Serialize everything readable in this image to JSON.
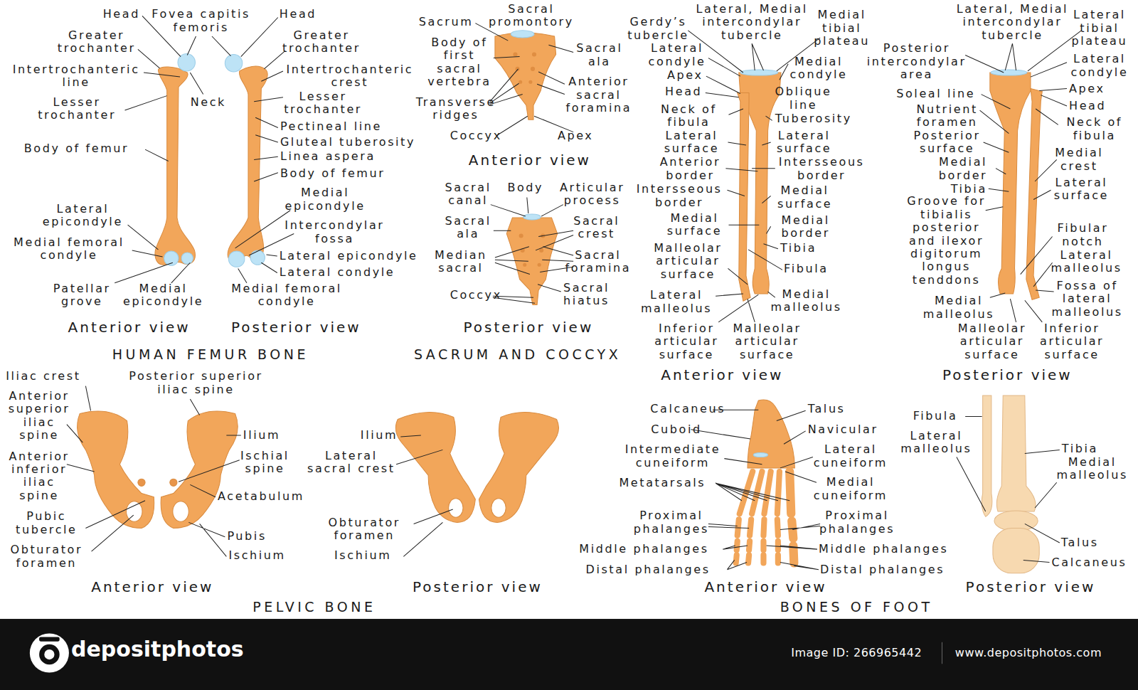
{
  "diagram": {
    "labels": [
      "Head",
      "Fovea capitis femoris",
      "Head",
      "Greater trochanter",
      "Intertrochanteric line",
      "Lesser trochanter",
      "Neck",
      "Body of femur",
      "Lateral epicondyle",
      "Medial femoral condyle",
      "Patellar grove",
      "Medial epicondyle",
      "Greater trochanter",
      "Intertrochanteric crest",
      "Lesser trochanter",
      "Pectineal line",
      "Gluteal tuberosity",
      "Linea aspera",
      "Body of femur",
      "Medial epicondyle",
      "Intercondylar fossa",
      "Lateral epicondyle",
      "Lateral condyle",
      "Medial femoral condyle",
      "Anterior view",
      "Posterior view",
      "HUMAN FEMUR BONE",
      "Sacral promontory",
      "Sacrum",
      "Body of first sacral vertebra",
      "Sacral ala",
      "Transverse ridges",
      "Anterior sacral foramina",
      "Coccyx",
      "Apex",
      "Anterior view",
      "Sacral canal",
      "Body",
      "Articular process",
      "Sacral ala",
      "Sacral crest",
      "Median sacral",
      "Sacral foramina",
      "Coccyx",
      "Sacral hiatus",
      "Posterior view",
      "SACRUM AND COCCYX",
      "Gerdy’s tubercle",
      "Lateral, Medial intercondylar tubercle",
      "Medial tibial plateau",
      "Lateral condyle",
      "Medial condyle",
      "Apex",
      "Head",
      "Oblique line",
      "Neck of fibula",
      "Tuberosity",
      "Lateral surface",
      "Lateral surface",
      "Anterior border",
      "Intersseous border",
      "Intersseous border",
      "Medial surface",
      "Medial surface",
      "Medial border",
      "Malleolar articular surface",
      "Tibia",
      "Fibula",
      "Lateral malleolus",
      "Medial malleolus",
      "Inferior articular surface",
      "Malleolar articular surface",
      "Anterior view",
      "Lateral, Medial intercondylar tubercle",
      "Lateral tibial plateau",
      "Posterior intercondylar area",
      "Lateral condyle",
      "Apex",
      "Soleal line",
      "Head",
      "Nutrient foramen",
      "Neck of fibula",
      "Posterior surface",
      "Medial crest",
      "Medial border",
      "Tibia",
      "Lateral surface",
      "Groove for tibialis posterior and ilexor digitorum longus tenddons",
      "Fibular notch",
      "Lateral malleolus",
      "Fossa of lateral malleolus",
      "Medial malleolus",
      "Malleolar articular surface",
      "Inferior articular surface",
      "Posterior view",
      "Iliac crest",
      "Posterior superior iliac spine",
      "Anterior superior iliac spine",
      "Ilium",
      "Ischial spine",
      "Anterior inferior iliac spine",
      "Acetabulum",
      "Pubic tubercle",
      "Pubis",
      "Obturator foramen",
      "Ischium",
      "Anterior view",
      "Ilium",
      "Lateral sacral crest",
      "Obturator foramen",
      "Ischium",
      "Posterior view",
      "PELVIC BONE",
      "Calcaneus",
      "Talus",
      "Cuboid",
      "Navicular",
      "Intermediate cuneiform",
      "Lateral cuneiform",
      "Metatarsals",
      "Medial cuneiform",
      "Proximal phalanges",
      "Proximal phalanges",
      "Middle phalanges",
      "Middle phalanges",
      "Distal phalanges",
      "Distal phalanges",
      "Anterior view",
      "BONES OF FOOT",
      "Fibula",
      "Lateral malleolus",
      "Tibia",
      "Medial malleolus",
      "Talus",
      "Calcaneus",
      "Posterior view",
      "depositphotos",
      "Image ID: 266965442",
      "www.depositphotos.com"
    ]
  }
}
